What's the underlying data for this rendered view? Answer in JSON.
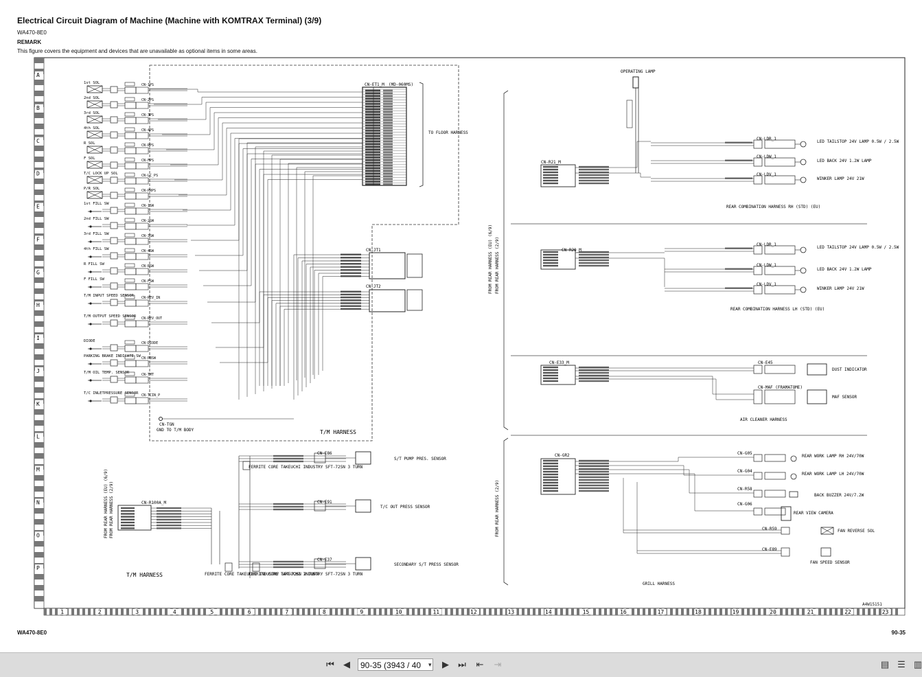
{
  "header": {
    "title": "Electrical Circuit Diagram of Machine (Machine with KOMTRAX Terminal) (3/9)",
    "model": "WA470-8E0",
    "remark_label": "REMARK",
    "remark_text": "This figure covers the equipment and devices that are unavailable as optional items in some areas."
  },
  "footer": {
    "model": "WA470-8E0",
    "page_number": "90-35",
    "figure_id": "A4W15151"
  },
  "grid": {
    "rows": [
      "A",
      "B",
      "C",
      "D",
      "E",
      "F",
      "G",
      "H",
      "I",
      "J",
      "K",
      "L",
      "M",
      "N",
      "O",
      "P"
    ],
    "cols": [
      "1",
      "2",
      "3",
      "4",
      "5",
      "6",
      "7",
      "8",
      "9",
      "10",
      "11",
      "12",
      "13",
      "14",
      "15",
      "16",
      "17",
      "18",
      "19",
      "20",
      "21",
      "22",
      "23"
    ]
  },
  "left_components": [
    "1st SOL",
    "2nd SOL",
    "3rd SOL",
    "4th SOL",
    "R SOL",
    "F SOL",
    "T/C LOCK UP SOL",
    "P/R SOL",
    "1st FILL SW",
    "2nd FILL SW",
    "3rd FILL SW",
    "4th FILL SW",
    "R FILL SW",
    "F FILL SW",
    "T/M INPUT SPEED SENSOR",
    "T/M OUTPUT SPEED SENSOR",
    "DIODE",
    "PARKING BRAKE INDICATE SW",
    "T/M OIL TEMP. SENSOR",
    "T/C INLETPRESSURE SENSOR"
  ],
  "connectors_left": [
    "CN-1PS",
    "CN-2PS",
    "CN-3PS",
    "CN-4PS",
    "CN-RPS",
    "CN-FPS",
    "CN-LC_PS",
    "CN-PRPS",
    "CN-1SW",
    "CN-2SW",
    "CN-3SW",
    "CN-4SW",
    "CN-RSW",
    "CN-FSW",
    "CN-REV_IN",
    "CN-REV_OUT",
    "CN-DIODE",
    "CN-PBSW",
    "CN-TMT",
    "CN-TCIN_P"
  ],
  "labels": {
    "cn_et1": "CN-ET1_M",
    "cn_et1_part": "(MD-060MS)",
    "to_floor_harness": "TO FLOOR HARNESS",
    "cn_jt1": "CN-JT1",
    "cn_jt2": "CN-JT2",
    "cn_tgn": "CN-TGN",
    "gnd_to_tm_body": "GND TO T/M BODY",
    "tm_harness": "T/M HARNESS",
    "tm_harness_2": "T/M HARNESS",
    "from_rear_harness_lower_a": "FROM REAR HARNESS (EU) (6/9)",
    "from_rear_harness_lower_b": "FROM REAR HARNESS (2/9)",
    "cn_r100a": "CN-R100A_M",
    "cn_e86": "CN-E86",
    "cn_e91": "CN-E91",
    "cn_e37": "CN-E37",
    "st_pump_sensor": "S/T PUMP PRES. SENSOR",
    "tc_out_sensor": "T/C OUT PRESS SENSOR",
    "secondary_st_sensor": "SECONDARY S/T PRESS SENSOR",
    "ferrite_1": "FERRITE CORE TAKEUCHI INDUSTRY SFT-72SN 3 TURN",
    "ferrite_2": "FERRITE CORE TAKEUCHI INDUSTRY SFT-72SN 2 TURN",
    "ferrite_3": "FERRITE CORE TAKEUCHI INDUSTRY SFT-72SN 3 TURN",
    "from_rear_harness_right_a": "FROM REAR HARNESS (EU) (6/9)",
    "from_rear_harness_right_b": "FROM REAR HARNESS (2/9)",
    "from_rear_harness_right_c": "FROM REAR HARNESS (2/9)",
    "operating_lamp": "OPERATING LAMP",
    "cn_r21": "CN-R21_M",
    "cn_ldr": "CN-LDR_1",
    "cn_ldw": "CN-LDW_1",
    "cn_ldv": "CN-LDV_1",
    "led_tailstop_rh": "LED TAILSTOP 24V LAMP 0.5W / 2.5W",
    "led_back_rh": "LED BACK 24V 1.2W LAMP",
    "winker_rh": "WINKER LAMP 24V 21W",
    "rear_comb_rh": "REAR COMBINATION HARNESS RH (STD) (EU)",
    "cn_r20": "CN-R20_M",
    "led_tailstop_lh": "LED TAILSTOP 24V LAMP 0.5W / 2.5W",
    "led_back_lh": "LED BACK 24V 1.2W LAMP",
    "winker_lh": "WINKER LAMP 24V 21W",
    "rear_comb_lh": "REAR COMBINATION HARNESS LH (STD) (EU)",
    "cn_e33": "CN-E33_M",
    "cn_e45": "CN-E45",
    "cn_maf": "CN-MAF (FRAMATOME)",
    "dust_indicator": "DUST INDICATOR",
    "maf_sensor": "MAF SENSOR",
    "air_cleaner_harness": "AIR CLEANER HARNESS",
    "cn_gr2": "CN-GR2",
    "cn_g05": "CN-G05",
    "cn_g04": "CN-G04",
    "cn_r58": "CN-R58",
    "cn_g06": "CN-G06",
    "cn_r59": "CN-R59",
    "cn_e89": "CN-E89",
    "rear_work_lamp_rh": "REAR WORK LAMP RH 24V/70W",
    "rear_work_lamp_lh": "REAR WORK LAMP LH 24V/70W",
    "back_buzzer": "BACK BUZZER 24V/7.2W",
    "rear_view_camera": "REAR VIEW CAMERA",
    "fan_reverse_sol": "FAN REVERSE SOL",
    "fan_speed_sensor": "FAN SPEED SENSOR",
    "grill_harness": "GRILL HARNESS"
  },
  "viewer": {
    "page_field": "90-35 (3943 / 40"
  },
  "colors": {
    "line": "#1a1a1a",
    "page": "#ffffff",
    "viewer_bg": "#d7d7d7"
  }
}
